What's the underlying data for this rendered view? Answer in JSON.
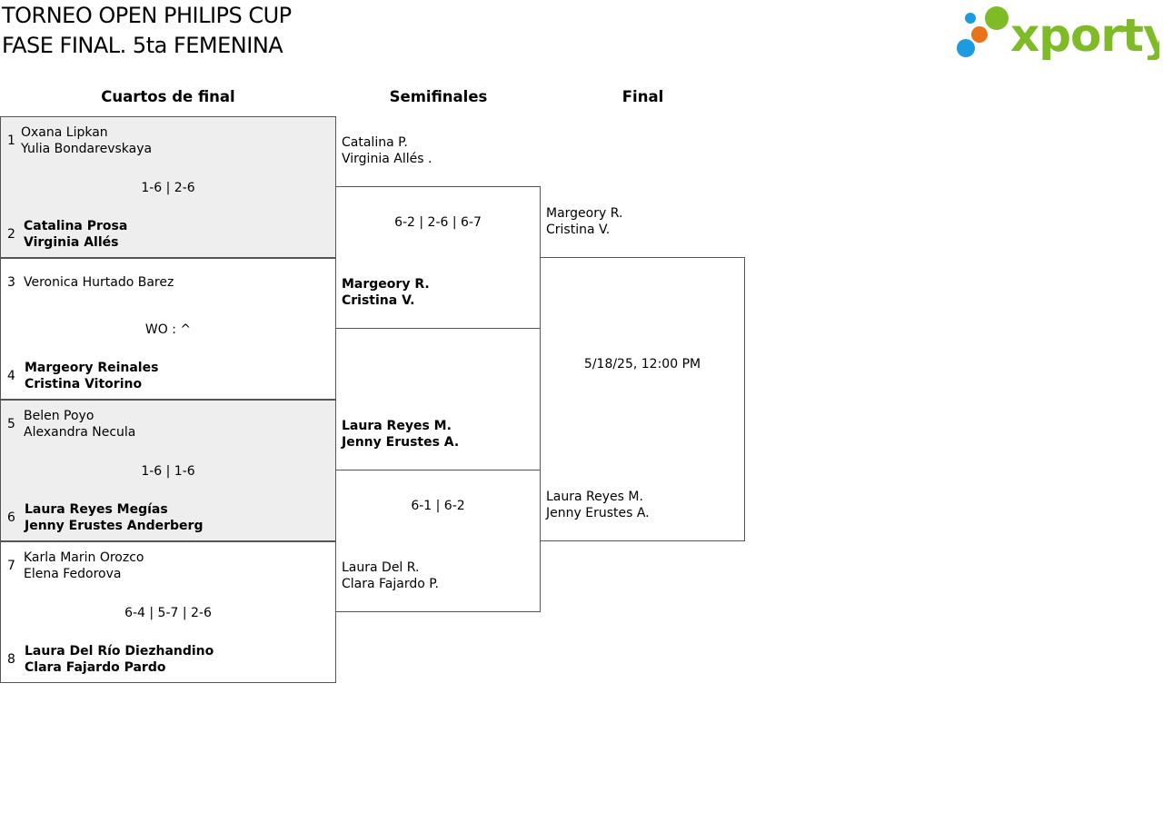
{
  "header": {
    "title_line1": "TORNEO OPEN PHILIPS CUP",
    "title_line2": "FASE FINAL. 5ta FEMENINA",
    "logo_text": "xporty"
  },
  "columns": {
    "quarterfinals": "Cuartos de final",
    "semifinals": "Semifinales",
    "final": "Final"
  },
  "colors": {
    "logo_green": "#7fba27",
    "logo_blue": "#1b9be0",
    "logo_orange": "#e8731b",
    "shaded_box": "#eeeeee",
    "border": "#555555"
  },
  "quarterfinals": [
    {
      "top_seed": "1",
      "top_line1": "Oxana Lipkan",
      "top_line2": "Yulia Bondarevskaya",
      "score": "1-6 | 2-6",
      "bottom_seed": "2",
      "bottom_line1": "Catalina Prosa",
      "bottom_line2": "Virginia Allés"
    },
    {
      "top_seed": "3",
      "top_line1": "Veronica Hurtado Barez",
      "top_line2": "",
      "score": "WO : ^",
      "bottom_seed": "4",
      "bottom_line1": "Margeory Reinales",
      "bottom_line2": "Cristina Vitorino"
    },
    {
      "top_seed": "5",
      "top_line1": "Belen Poyo",
      "top_line2": "Alexandra Necula",
      "score": "1-6 | 1-6",
      "bottom_seed": "6",
      "bottom_line1": "Laura Reyes Megías",
      "bottom_line2": "Jenny Erustes Anderberg"
    },
    {
      "top_seed": "7",
      "top_line1": "Karla Marin Orozco",
      "top_line2": "Elena Fedorova",
      "score": "6-4 | 5-7 | 2-6",
      "bottom_seed": "8",
      "bottom_line1": "Laura Del Río Diezhandino",
      "bottom_line2": "Clara Fajardo Pardo"
    }
  ],
  "semifinals": [
    {
      "top_line1": "Catalina P.",
      "top_line2": "Virginia Allés .",
      "score": "6-2 | 2-6 | 6-7",
      "bottom_line1": "Margeory R.",
      "bottom_line2": "Cristina V."
    },
    {
      "top_line1": "Laura Reyes M.",
      "top_line2": "Jenny Erustes A.",
      "score": "6-1 | 6-2",
      "bottom_line1": "Laura Del R.",
      "bottom_line2": "Clara Fajardo P."
    }
  ],
  "final": {
    "top_line1": "Margeory R.",
    "top_line2": "Cristina V.",
    "datetime": "5/18/25, 12:00 PM",
    "bottom_line1": "Laura Reyes M.",
    "bottom_line2": "Jenny Erustes A."
  }
}
